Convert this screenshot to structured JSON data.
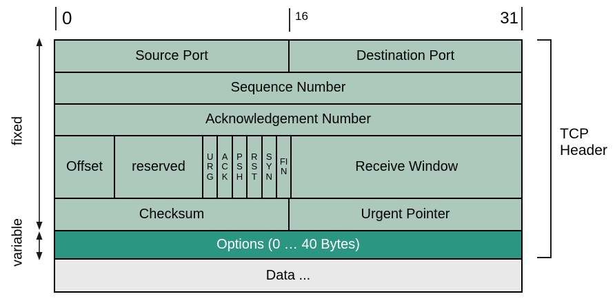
{
  "ruler": {
    "bit0": "0",
    "bit16": "16",
    "bit31": "31"
  },
  "side_labels": {
    "fixed": "fixed",
    "variable": "variable"
  },
  "bracket_label": "TCP Header",
  "fields": {
    "source_port": "Source Port",
    "destination_port": "Destination Port",
    "sequence_number": "Sequence Number",
    "acknowledgement_number": "Acknowledgement Number",
    "offset": "Offset",
    "reserved": "reserved",
    "flags": [
      "URG",
      "ACK",
      "PSH",
      "RST",
      "SYN",
      "FIN"
    ],
    "receive_window": "Receive Window",
    "checksum": "Checksum",
    "urgent_pointer": "Urgent Pointer",
    "options": "Options (0 … 40 Bytes)",
    "data": "Data ..."
  },
  "colors": {
    "field_fill": "#adc9be",
    "options_fill": "#2b9681",
    "options_text": "#ffffff",
    "data_fill": "#e9e9e9",
    "border": "#000000"
  }
}
